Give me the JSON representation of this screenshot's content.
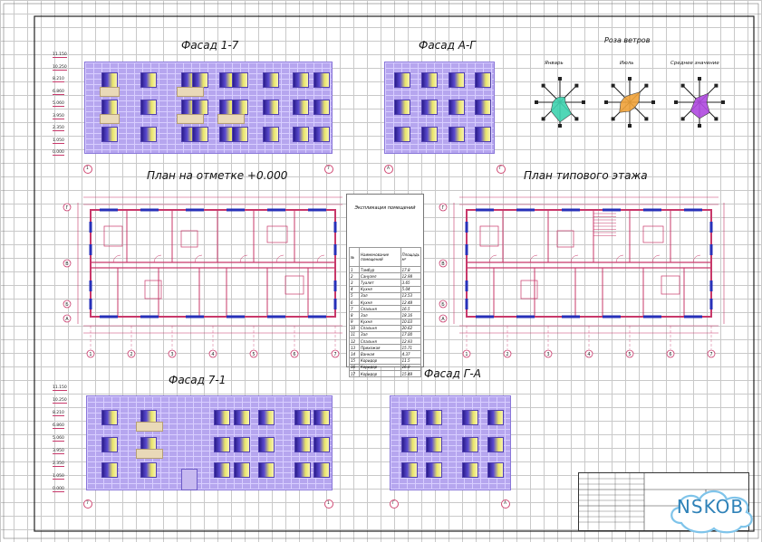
{
  "titles": {
    "facade_1_7": "Фасад 1-7",
    "facade_a_g": "Фасад А-Г",
    "wind_rose": "Роза ветров",
    "plan_ground": "План на отметке +0.000",
    "plan_typical": "План типового этажа",
    "facade_7_1": "Фасад 7-1",
    "facade_g_a": "Фасад Г-А"
  },
  "wind_rose": {
    "january": "Январь",
    "july": "Июль",
    "average": "Среднее значение",
    "colors": {
      "january": "#3fd3b0",
      "july": "#f0a33a",
      "average": "#b04ae0"
    }
  },
  "legend": {
    "title": "Экспликация помещений",
    "header_no": "№",
    "header_name": "Наименование помещений",
    "header_area": "Площадь м²",
    "rows": [
      [
        "1",
        "Тамбур",
        "17.8"
      ],
      [
        "2",
        "Санузел",
        "12.98"
      ],
      [
        "3",
        "Туалет",
        "3.65"
      ],
      [
        "4",
        "Кухня",
        "5.04"
      ],
      [
        "5",
        "Зал",
        "13.53"
      ],
      [
        "6",
        "Кухня",
        "12.48"
      ],
      [
        "7",
        "Спальня",
        "16.5"
      ],
      [
        "8",
        "Зал",
        "18.16"
      ],
      [
        "9",
        "Кухня",
        "10.03"
      ],
      [
        "10",
        "Спальня",
        "20.62"
      ],
      [
        "11",
        "Зал",
        "17.00"
      ],
      [
        "12",
        "Спальня",
        "12.93"
      ],
      [
        "13",
        "Прихожая",
        "15.71"
      ],
      [
        "14",
        "Ванная",
        "4.37"
      ],
      [
        "15",
        "Коридор",
        "11.5"
      ],
      [
        "16",
        "Коридор",
        "16.9"
      ],
      [
        "17",
        "Коридор",
        "15.48"
      ]
    ]
  },
  "axes": {
    "horizontal": [
      "1",
      "2",
      "3",
      "4",
      "5",
      "6",
      "7"
    ],
    "vertical": [
      "Г",
      "В",
      "Б",
      "А"
    ],
    "facade_1_7_ends": [
      "1",
      "7"
    ],
    "facade_a_g_ends": [
      "А",
      "Г"
    ],
    "facade_7_1_ends": [
      "7",
      "1"
    ],
    "facade_g_a_ends": [
      "Г",
      "А"
    ]
  },
  "levels": [
    "11.150",
    "10.250",
    "8.210",
    "6.860",
    "5.060",
    "3.950",
    "2.350",
    "1.050",
    "0.000"
  ],
  "logo": {
    "text": "NSKOB"
  },
  "colors": {
    "facade": "#b6a6ef",
    "plan_lines": "#c8386a",
    "plan_windows": "#2730b8"
  }
}
